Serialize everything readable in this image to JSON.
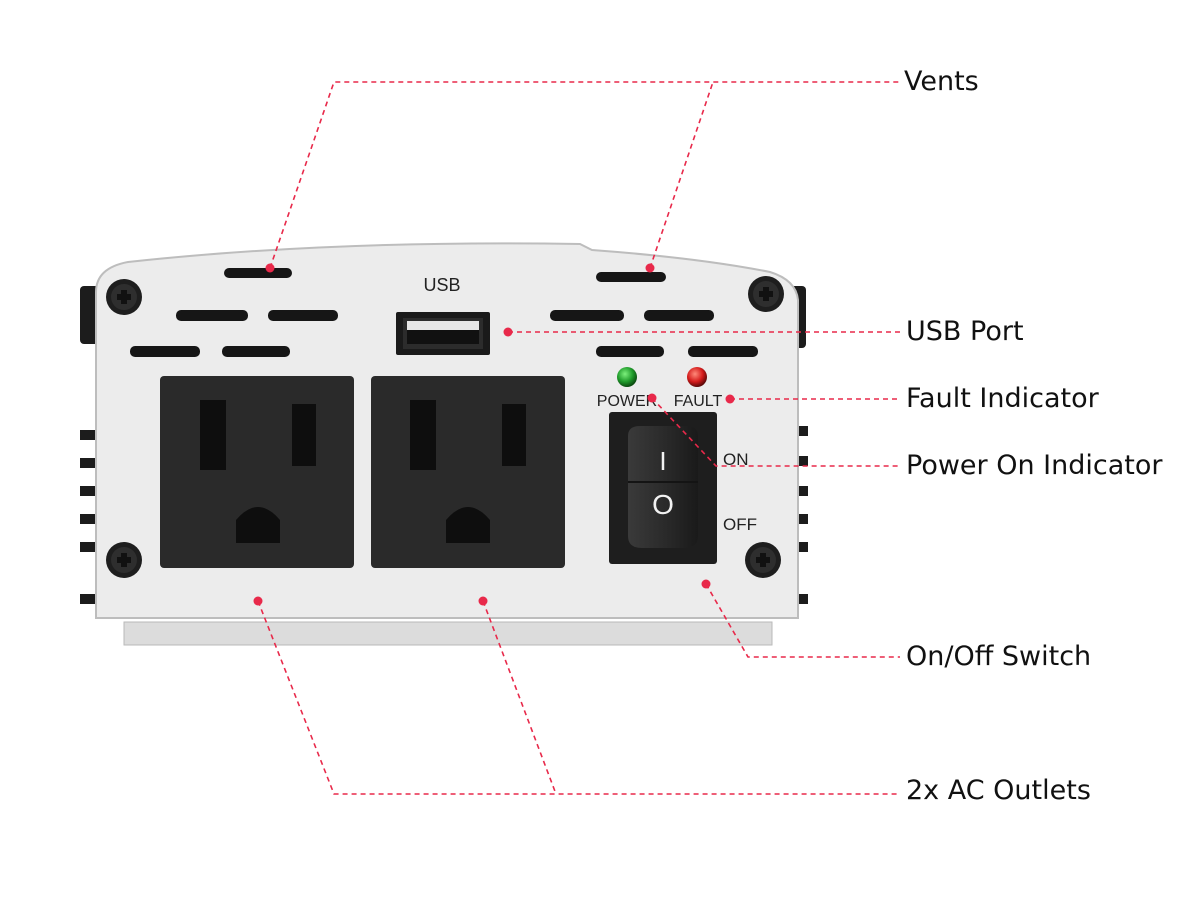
{
  "device": {
    "usb_label": "USB",
    "power_label": "POWER",
    "fault_label": "FAULT",
    "on_label": "ON",
    "off_label": "OFF",
    "rocker_on_symbol": "I",
    "rocker_off_symbol": "O"
  },
  "callouts": {
    "vents": "Vents",
    "usb_port": "USB Port",
    "fault_indicator": "Fault Indicator",
    "power_on_indicator": "Power On Indicator",
    "on_off_switch": "On/Off Switch",
    "ac_outlets": "2x AC Outlets"
  },
  "colors": {
    "leader_line": "#e8294a",
    "panel": "#ececec",
    "outlet": "#2a2a2a",
    "power_led": "#1f9a2a",
    "fault_led": "#d41b1b"
  },
  "icons": [
    "screw-icon",
    "usb-port-icon",
    "ac-outlet-icon",
    "rocker-switch-icon",
    "led-icon"
  ]
}
